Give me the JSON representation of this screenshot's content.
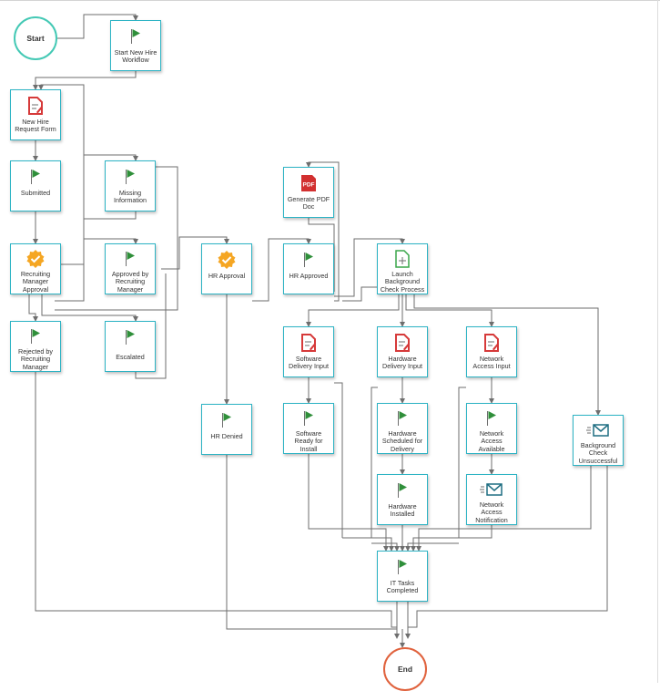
{
  "start": "Start",
  "end": "End",
  "nodes": {
    "start_new_hire": "Start New Hire Workflow",
    "new_hire_form": "New Hire Request Form",
    "submitted": "Submitted",
    "missing_info": "Missing Information",
    "rm_approval": "Recruiting Manager Approval",
    "approved_by_rm": "Approved by Recruiting Manager",
    "rejected_by_rm": "Rejected by Recruiting Manager",
    "escalated": "Escalated",
    "hr_approval": "HR Approval",
    "hr_denied": "HR Denied",
    "generate_pdf": "Generate PDF Doc",
    "hr_approved": "HR Approved",
    "launch_bg": "Launch Background Check Process",
    "sw_delivery_input": "Software Delivery Input",
    "hw_delivery_input": "Hardware Delivery Input",
    "net_access_input": "Network Access Input",
    "sw_ready": "Software Ready for Install",
    "hw_scheduled": "Hardware Scheduled for Delivery",
    "net_available": "Network Access Available",
    "bg_unsuccessful": "Background Check Unsuccessful",
    "hw_installed": "Hardware Installed",
    "net_notification": "Network Access Notification",
    "it_completed": "IT Tasks Completed"
  },
  "icons": {
    "flag_color": "#2f8f3a",
    "form_color": "#d63a3a",
    "approval_color": "#f5a623",
    "pdf_color": "#d23030",
    "launch_color": "#3aa64a",
    "mail_color": "#1f6e82",
    "pdf_text": "PDF"
  }
}
